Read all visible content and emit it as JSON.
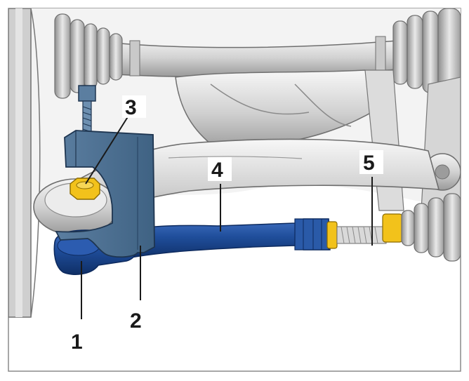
{
  "diagram": {
    "callouts": [
      {
        "id": "1",
        "label": "1"
      },
      {
        "id": "2",
        "label": "2"
      },
      {
        "id": "3",
        "label": "3"
      },
      {
        "id": "4",
        "label": "4"
      },
      {
        "id": "5",
        "label": "5"
      }
    ],
    "colors": {
      "tool": "#4d6f8f",
      "tool_dark": "#2f4e6c",
      "tie_rod": "#1f4d9a",
      "tie_rod_dark": "#143a7a",
      "nut": "#f2c21b",
      "clamp": "#f2c21b",
      "metal_light": "#e6e6e6",
      "metal_mid": "#bdbdbd",
      "metal_dark": "#8c8c8c",
      "frame": "#8a8a8a"
    },
    "icons": {
      "tool": "ball-joint-puller-icon",
      "tie_rod_end": "tie-rod-end-icon",
      "nut": "hex-nut-icon"
    }
  }
}
